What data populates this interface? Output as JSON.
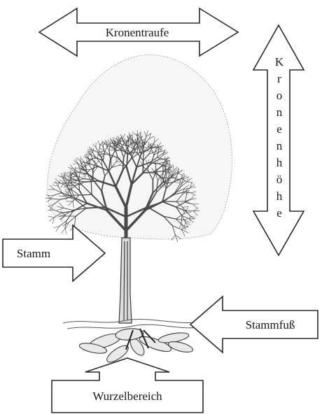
{
  "labels": {
    "crown_drip": "Kronentraufe",
    "crown_height_letters": [
      "K",
      "r",
      "o",
      "n",
      "e",
      "n",
      "h",
      "ö",
      "h",
      "e"
    ],
    "trunk": "Stamm",
    "trunk_base": "Stammfuß",
    "root_zone": "Wurzelbereich"
  },
  "colors": {
    "ink": "#1a1a1a",
    "arrow_fill": "#ffffff",
    "background": "#ffffff"
  },
  "icons": {
    "tree": "deciduous-tree-illustration"
  }
}
